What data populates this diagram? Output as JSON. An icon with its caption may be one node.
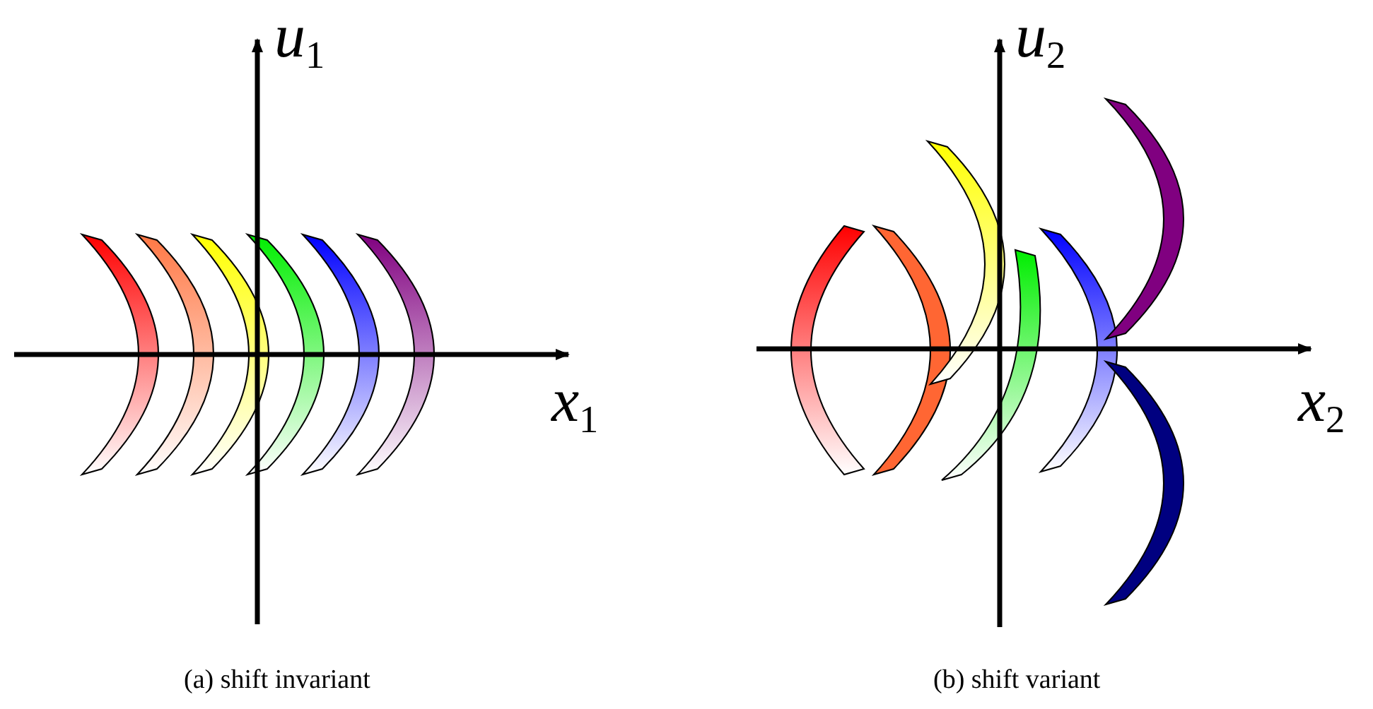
{
  "diagram": {
    "labels": [
      "u$_{1}$",
      "x$_{1}$",
      "(a) shift invariant",
      "u$_{2}$",
      "x$_{2}$",
      "(b) shift variant"
    ]
  }
}
